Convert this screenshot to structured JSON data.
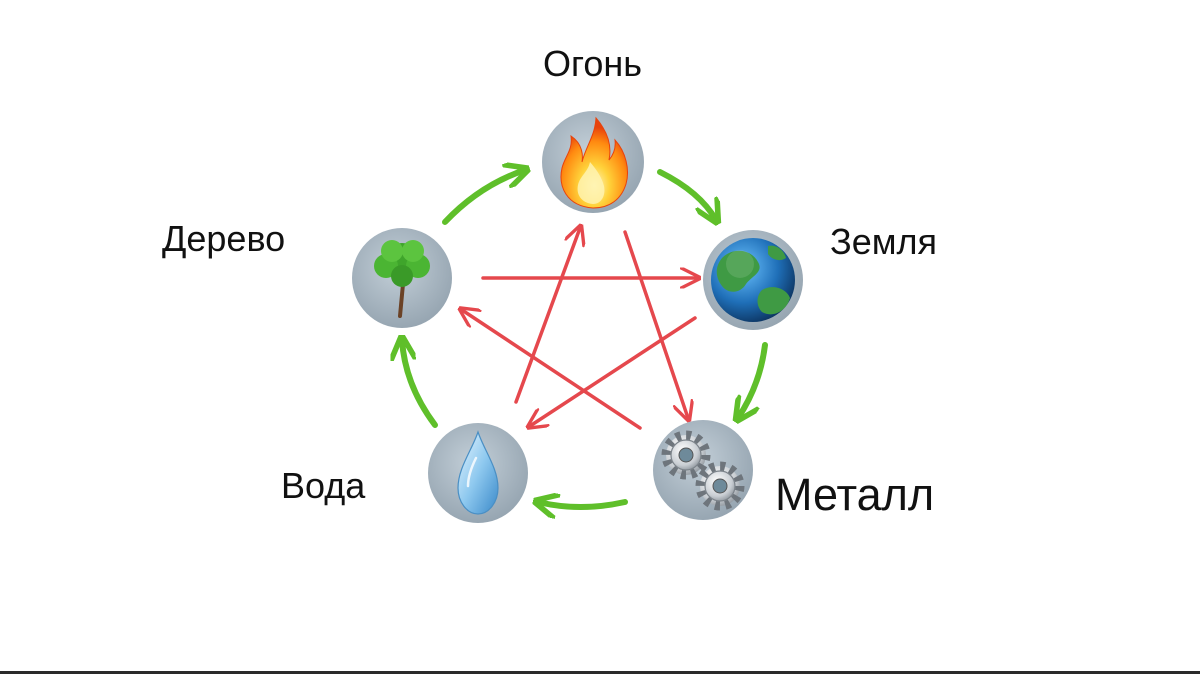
{
  "diagram": {
    "elements": [
      {
        "id": "fire",
        "label": "Огонь",
        "icon": "flame-icon"
      },
      {
        "id": "earth",
        "label": "Земля",
        "icon": "globe-icon"
      },
      {
        "id": "metal",
        "label": "Металл",
        "icon": "gears-icon"
      },
      {
        "id": "water",
        "label": "Вода",
        "icon": "water-drop-icon"
      },
      {
        "id": "wood",
        "label": "Дерево",
        "icon": "tree-icon"
      }
    ],
    "generating_cycle": [
      [
        "fire",
        "earth"
      ],
      [
        "earth",
        "metal"
      ],
      [
        "metal",
        "water"
      ],
      [
        "water",
        "wood"
      ],
      [
        "wood",
        "fire"
      ]
    ],
    "controlling_cycle": [
      [
        "fire",
        "metal"
      ],
      [
        "metal",
        "wood"
      ],
      [
        "wood",
        "earth"
      ],
      [
        "earth",
        "water"
      ],
      [
        "water",
        "fire"
      ]
    ],
    "colors": {
      "generating_arrow": "#5fbf2a",
      "controlling_arrow": "#e5484d",
      "node_background": "#a9b7c2"
    }
  }
}
